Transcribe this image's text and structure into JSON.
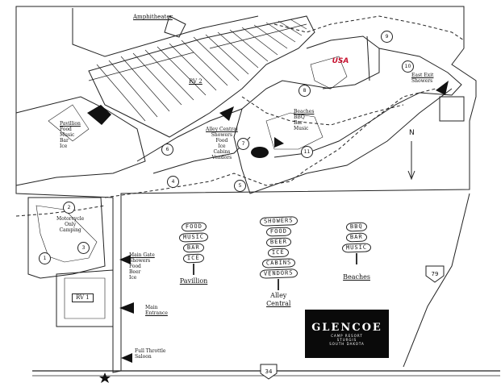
{
  "labels": {
    "amphitheater": "Amphitheater",
    "rv2": "RV 2",
    "rv1": "RV 1",
    "east_exit": [
      "East Exit",
      "Showers"
    ],
    "beaches_area": [
      "Beaches",
      "BBQ",
      "Bar",
      "Music"
    ],
    "pavillion_area": [
      "Pavillion",
      "Food",
      "Music",
      "Bar",
      "Ice"
    ],
    "alley_central_area": [
      "Alley Central",
      "Showers",
      "Food",
      "Ice",
      "Cabins",
      "Vendors"
    ],
    "motorcycle_camping": [
      "Motorcycle",
      "Only",
      "Camping"
    ],
    "main_gate": [
      "Main Gate",
      "Showers",
      "Food",
      "Beer",
      "Ice"
    ],
    "main_entrance": [
      "Main",
      "Entrance"
    ],
    "full_throttle": [
      "Full Throttle",
      "Saloon"
    ],
    "north": "N"
  },
  "sites": [
    "1",
    "2",
    "3",
    "4",
    "5",
    "6",
    "7",
    "8",
    "9",
    "10",
    "11"
  ],
  "signs": {
    "pavillion": {
      "boards": [
        "FOOD",
        "MUSIC",
        "BAR",
        "ICE"
      ],
      "caption": "Pavillion"
    },
    "alley_central": {
      "boards": [
        "SHOWERS",
        "FOOD",
        "BEER",
        "ICE",
        "CABINS",
        "VENDORS"
      ],
      "caption": [
        "Alley",
        "Central"
      ]
    },
    "beaches": {
      "boards": [
        "BBQ",
        "BAR",
        "MUSIC"
      ],
      "caption": "Beaches"
    }
  },
  "routes": {
    "hwy_79": "79",
    "hwy_34": "34"
  },
  "logo": {
    "name": "GLENCOE",
    "line1": "CAMP RESORT",
    "line2": "STURGIS",
    "line3": "SOUTH DAKOTA"
  },
  "usa_mark": "USA"
}
